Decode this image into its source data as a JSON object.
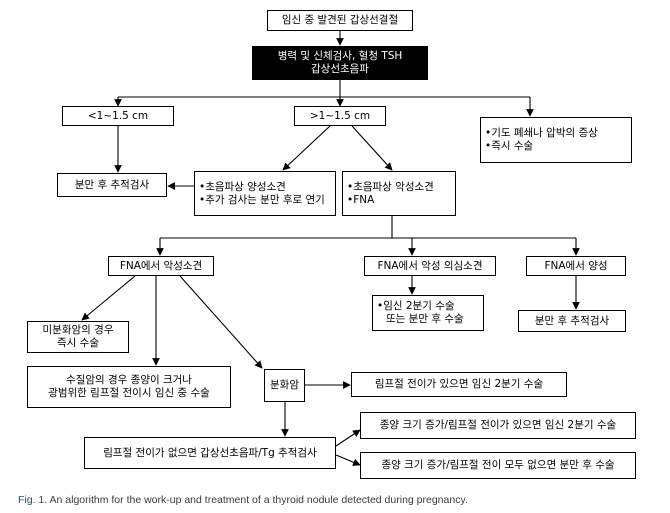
{
  "nodes": {
    "start": "임신 중 발견된 갑상선결절",
    "exam": [
      "병력 및 신체검사, 혈청 TSH",
      "갑상선초음파"
    ],
    "small": "<1~1.5 cm",
    "large": ">1~1.5 cm",
    "compression": [
      "•기도 폐쇄나 압박의 증상",
      "•즉시 수술"
    ],
    "followup1": "분만 후 추적검사",
    "benign_us": [
      "•초음파상 양성소견",
      "•추가 검사는 분만 후로 연기"
    ],
    "malignant_us": [
      "•초음파상 악성소견",
      "•FNA"
    ],
    "fna_malignant": "FNA에서 악성소견",
    "fna_suspicious": "FNA에서 악성 의심소견",
    "fna_benign": "FNA에서 양성",
    "trimester2": [
      "•임신 2분기 수술",
      "또는 분만 후 수술"
    ],
    "followup2": "분만 후 추적검사",
    "undiff": [
      "미분화암의 경우",
      "즉시 수술"
    ],
    "medullary": [
      "수질암의 경우 종양이 크거나",
      "광범위한 림프절 전이시 임신 중 수술"
    ],
    "differentiated": "분화암",
    "lymph_yes": "림프절 전이가 있으면 임신 2분기 수술",
    "lymph_no": "림프절 전이가 없으면 갑상선초음파/Tg 추적검사",
    "growth_yes": "종양 크기 증가/림프절 전이가 있으면 임신 2분기 수술",
    "growth_no": "종양 크기 증가/림프절 전이 모두 없으면 분만 후 수술"
  },
  "caption": {
    "label": "Fig. 1.",
    "text": "An algorithm for the work-up and treatment of a thyroid nodule detected during pregnancy."
  }
}
